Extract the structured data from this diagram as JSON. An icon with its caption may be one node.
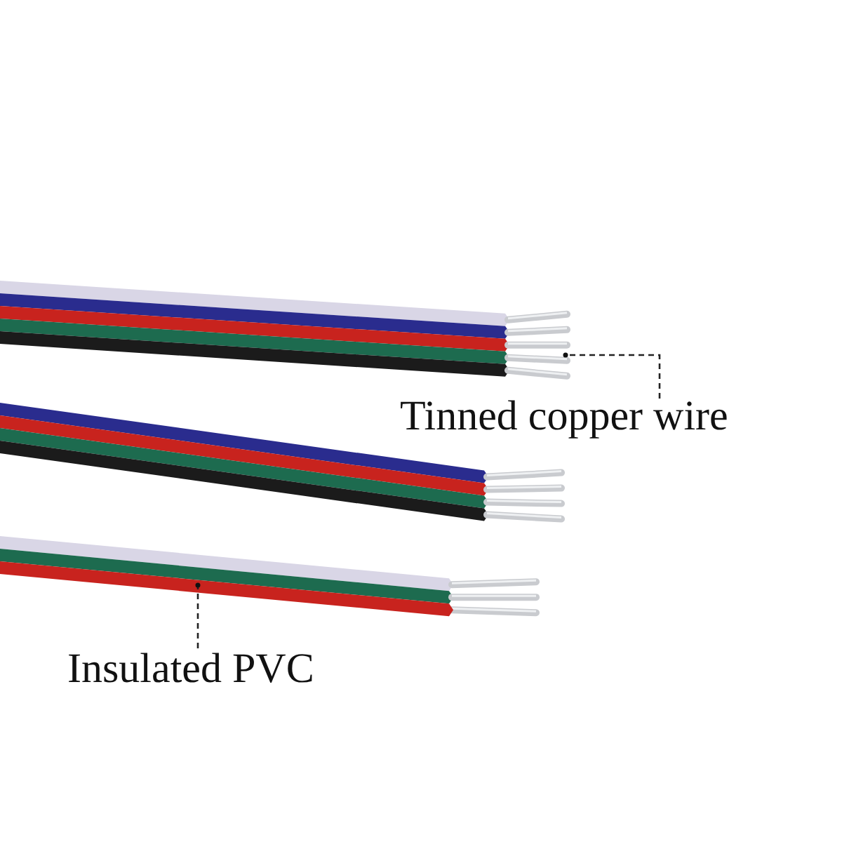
{
  "diagram": {
    "nodes": [
      {
        "text": [
          "Tinned copper wire"
        ]
      },
      {
        "text": [],
        "shape": "picture"
      },
      {
        "text": [
          "Insulated PVC"
        ]
      },
      {
        "text": [],
        "shape": "picture"
      }
    ],
    "edges": [
      {
        "from": 0,
        "to": 1,
        "arrow": "other",
        "style": "dashed"
      },
      {
        "from": 2,
        "to": 3,
        "arrow": "other",
        "style": "dashed"
      }
    ]
  }
}
